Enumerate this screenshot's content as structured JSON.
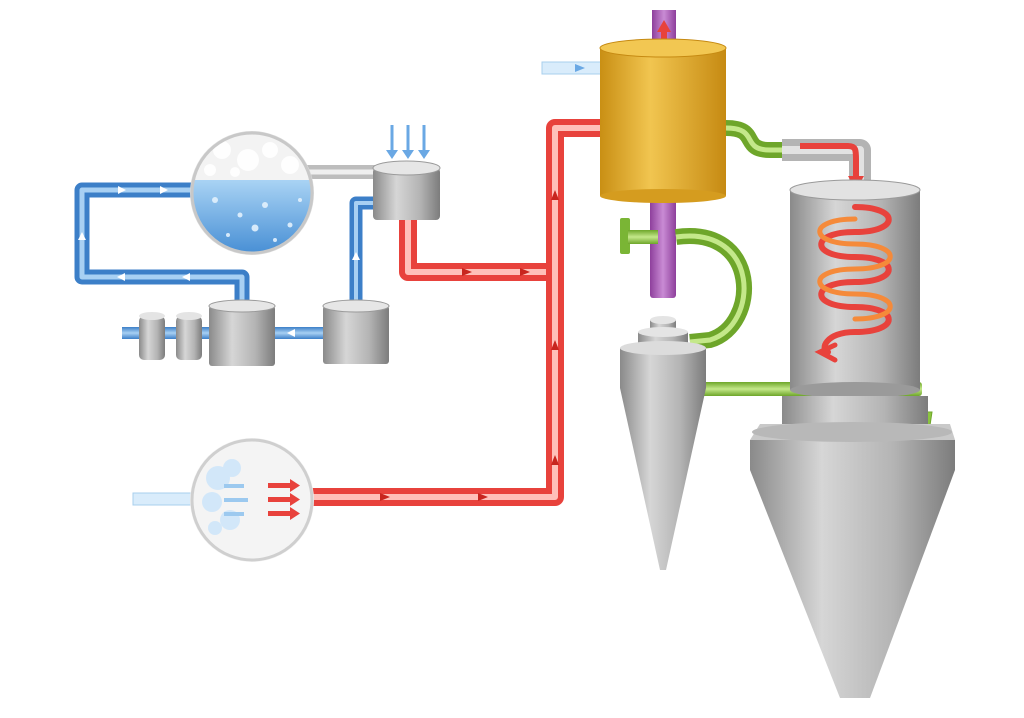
{
  "diagram": {
    "kind": "spray-drying process schematic",
    "labels": []
  },
  "components": {
    "liquid_tank": "liquid-feed-tank",
    "air_inlet": "air-inlet-heater",
    "pump_units": [
      "pump-unit-1",
      "pump-unit-2"
    ],
    "drying_chamber": "drying-chamber",
    "heat_exchanger": "heat-exchanger",
    "cyclone": "cyclone-separator",
    "heating_coil": "heating-coil"
  },
  "colors": {
    "hot_line": "#e8423c",
    "cold_line": "#4a90d9",
    "product_line": "#8bc53f",
    "exhaust": "#a45ab0",
    "heat_exchanger": "#e2aa2c",
    "vessel": "#9b9b9b",
    "liquid": "#5fa8e0"
  },
  "flow_arrows": {
    "hot": "right",
    "cold": "right"
  }
}
